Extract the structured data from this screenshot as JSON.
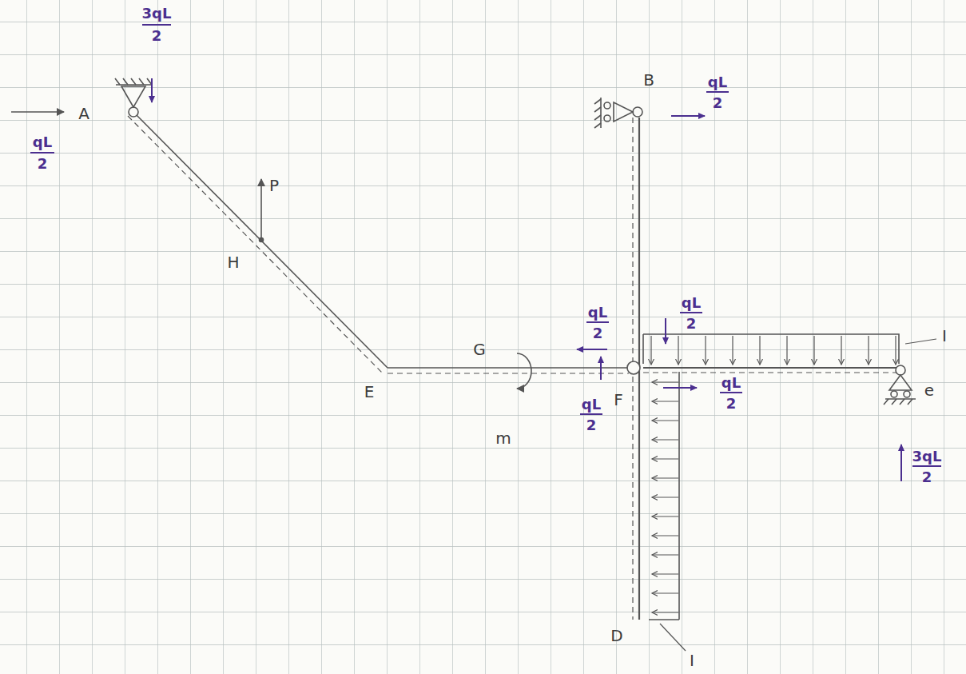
{
  "diagram": {
    "labels": [
      "3qL",
      "2",
      "A",
      "qL",
      "2",
      "P",
      "H",
      "E",
      "G",
      "qL",
      "2",
      "m",
      "qL",
      "2",
      "F",
      "B",
      "qL",
      "2",
      "qL",
      "2",
      "I",
      "qL",
      "2",
      "e",
      "3qL",
      "2",
      "D",
      "I"
    ]
  }
}
